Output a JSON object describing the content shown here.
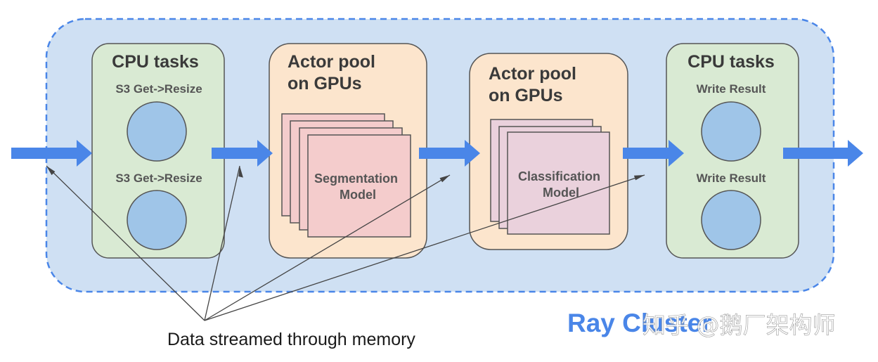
{
  "cluster": {
    "label": "Ray Cluster"
  },
  "stages": [
    {
      "title": "CPU tasks",
      "tasks": [
        "S3 Get->Resize",
        "S3 Get->Resize"
      ]
    },
    {
      "title": "Actor pool\non GPUs",
      "model": "Segmentation\nModel"
    },
    {
      "title": "Actor pool\non GPUs",
      "model": "Classification\nModel"
    },
    {
      "title": "CPU tasks",
      "tasks": [
        "Write Result",
        "Write Result"
      ]
    }
  ],
  "caption": "Data streamed through memory",
  "watermark": "知乎 @鹅厂架构师",
  "colors": {
    "cluster_fill": "#cfe0f3",
    "cluster_border": "#4a86e8",
    "cpu_box_fill": "#d9ead3",
    "gpu_box_fill": "#fce5cd",
    "segmentation_card": "#f4cccc",
    "classification_card": "#ead1dc",
    "task_circle": "#9fc5e8",
    "arrow": "#4a86e8"
  }
}
